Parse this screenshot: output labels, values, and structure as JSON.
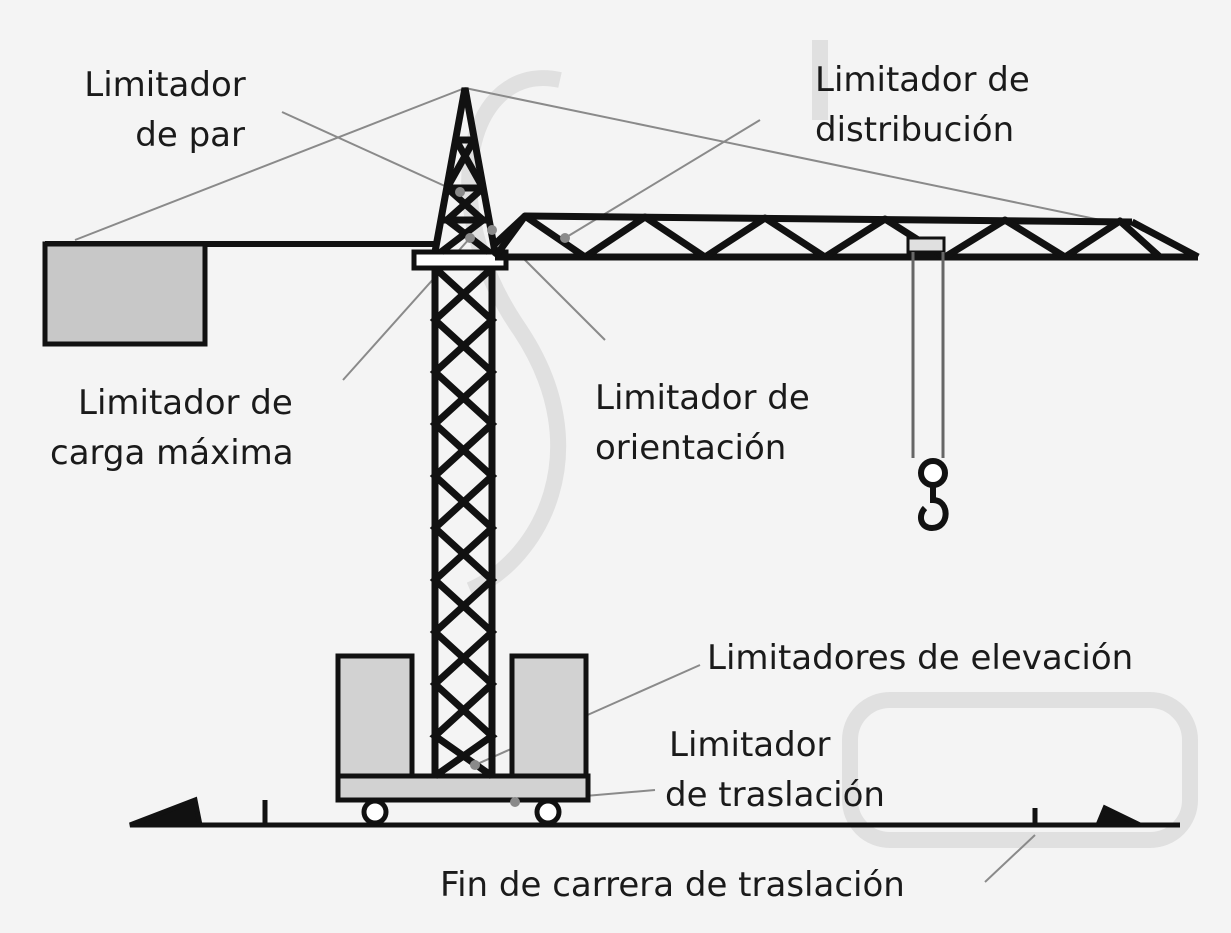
{
  "diagram": {
    "labels": {
      "par": [
        "Limitador",
        "de par"
      ],
      "distribucion": [
        "Limitador de",
        "distribución"
      ],
      "carga": [
        "Limitador de",
        "carga máxima"
      ],
      "orientacion": [
        "Limitador de",
        "orientación"
      ],
      "elevacion": "Limitadores de elevación",
      "traslacion": [
        "Limitador",
        "de traslación"
      ],
      "fin_carrera": "Fin de carrera de traslación"
    },
    "colors": {
      "structure": "#111111",
      "counterweight_fill": "#c8c8c8",
      "leader": "#8a8a8a",
      "background": "#f4f4f4"
    },
    "components": [
      "tower",
      "jib",
      "counter-jib",
      "counterweight",
      "ballast-blocks",
      "base-carriage",
      "wheels",
      "rail",
      "rail-stops",
      "hook"
    ]
  }
}
